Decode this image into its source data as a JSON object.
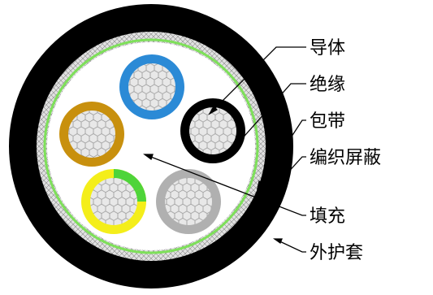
{
  "labels": {
    "conductor": "导体",
    "insulation": "绝缘",
    "tape": "包带",
    "braid_shield": "编织屏蔽",
    "filler": "填充",
    "outer_sheath": "外护套"
  },
  "colors": {
    "outer_sheath": "#000000",
    "braid": "#d8d8d8",
    "tape": "#7ee05a",
    "filler": "#ffffff",
    "core_blue": "#2b8ad6",
    "core_black": "#000000",
    "core_brown": "#c8900e",
    "core_grey": "#b0b0b0",
    "core_yellow": "#f4ee1a",
    "core_green": "#4ed43a",
    "conductor_fill": "#e6e6e6",
    "conductor_strand": "#9c9c9c"
  }
}
